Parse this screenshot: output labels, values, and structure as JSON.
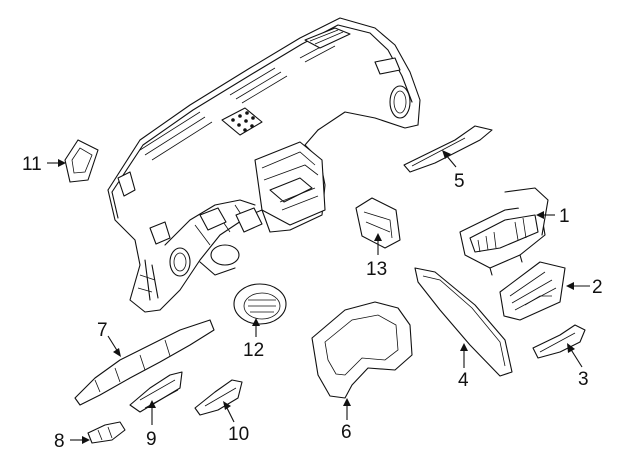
{
  "diagram": {
    "background_color": "#ffffff",
    "line_color": "#111111",
    "callouts": [
      {
        "id": "p1",
        "label": "1"
      },
      {
        "id": "p2",
        "label": "2"
      },
      {
        "id": "p3",
        "label": "3"
      },
      {
        "id": "p4",
        "label": "4"
      },
      {
        "id": "p5",
        "label": "5"
      },
      {
        "id": "p6",
        "label": "6"
      },
      {
        "id": "p7",
        "label": "7"
      },
      {
        "id": "p8",
        "label": "8"
      },
      {
        "id": "p9",
        "label": "9"
      },
      {
        "id": "p10",
        "label": "10"
      },
      {
        "id": "p11",
        "label": "11"
      },
      {
        "id": "p12",
        "label": "12"
      },
      {
        "id": "p13",
        "label": "13"
      }
    ]
  }
}
